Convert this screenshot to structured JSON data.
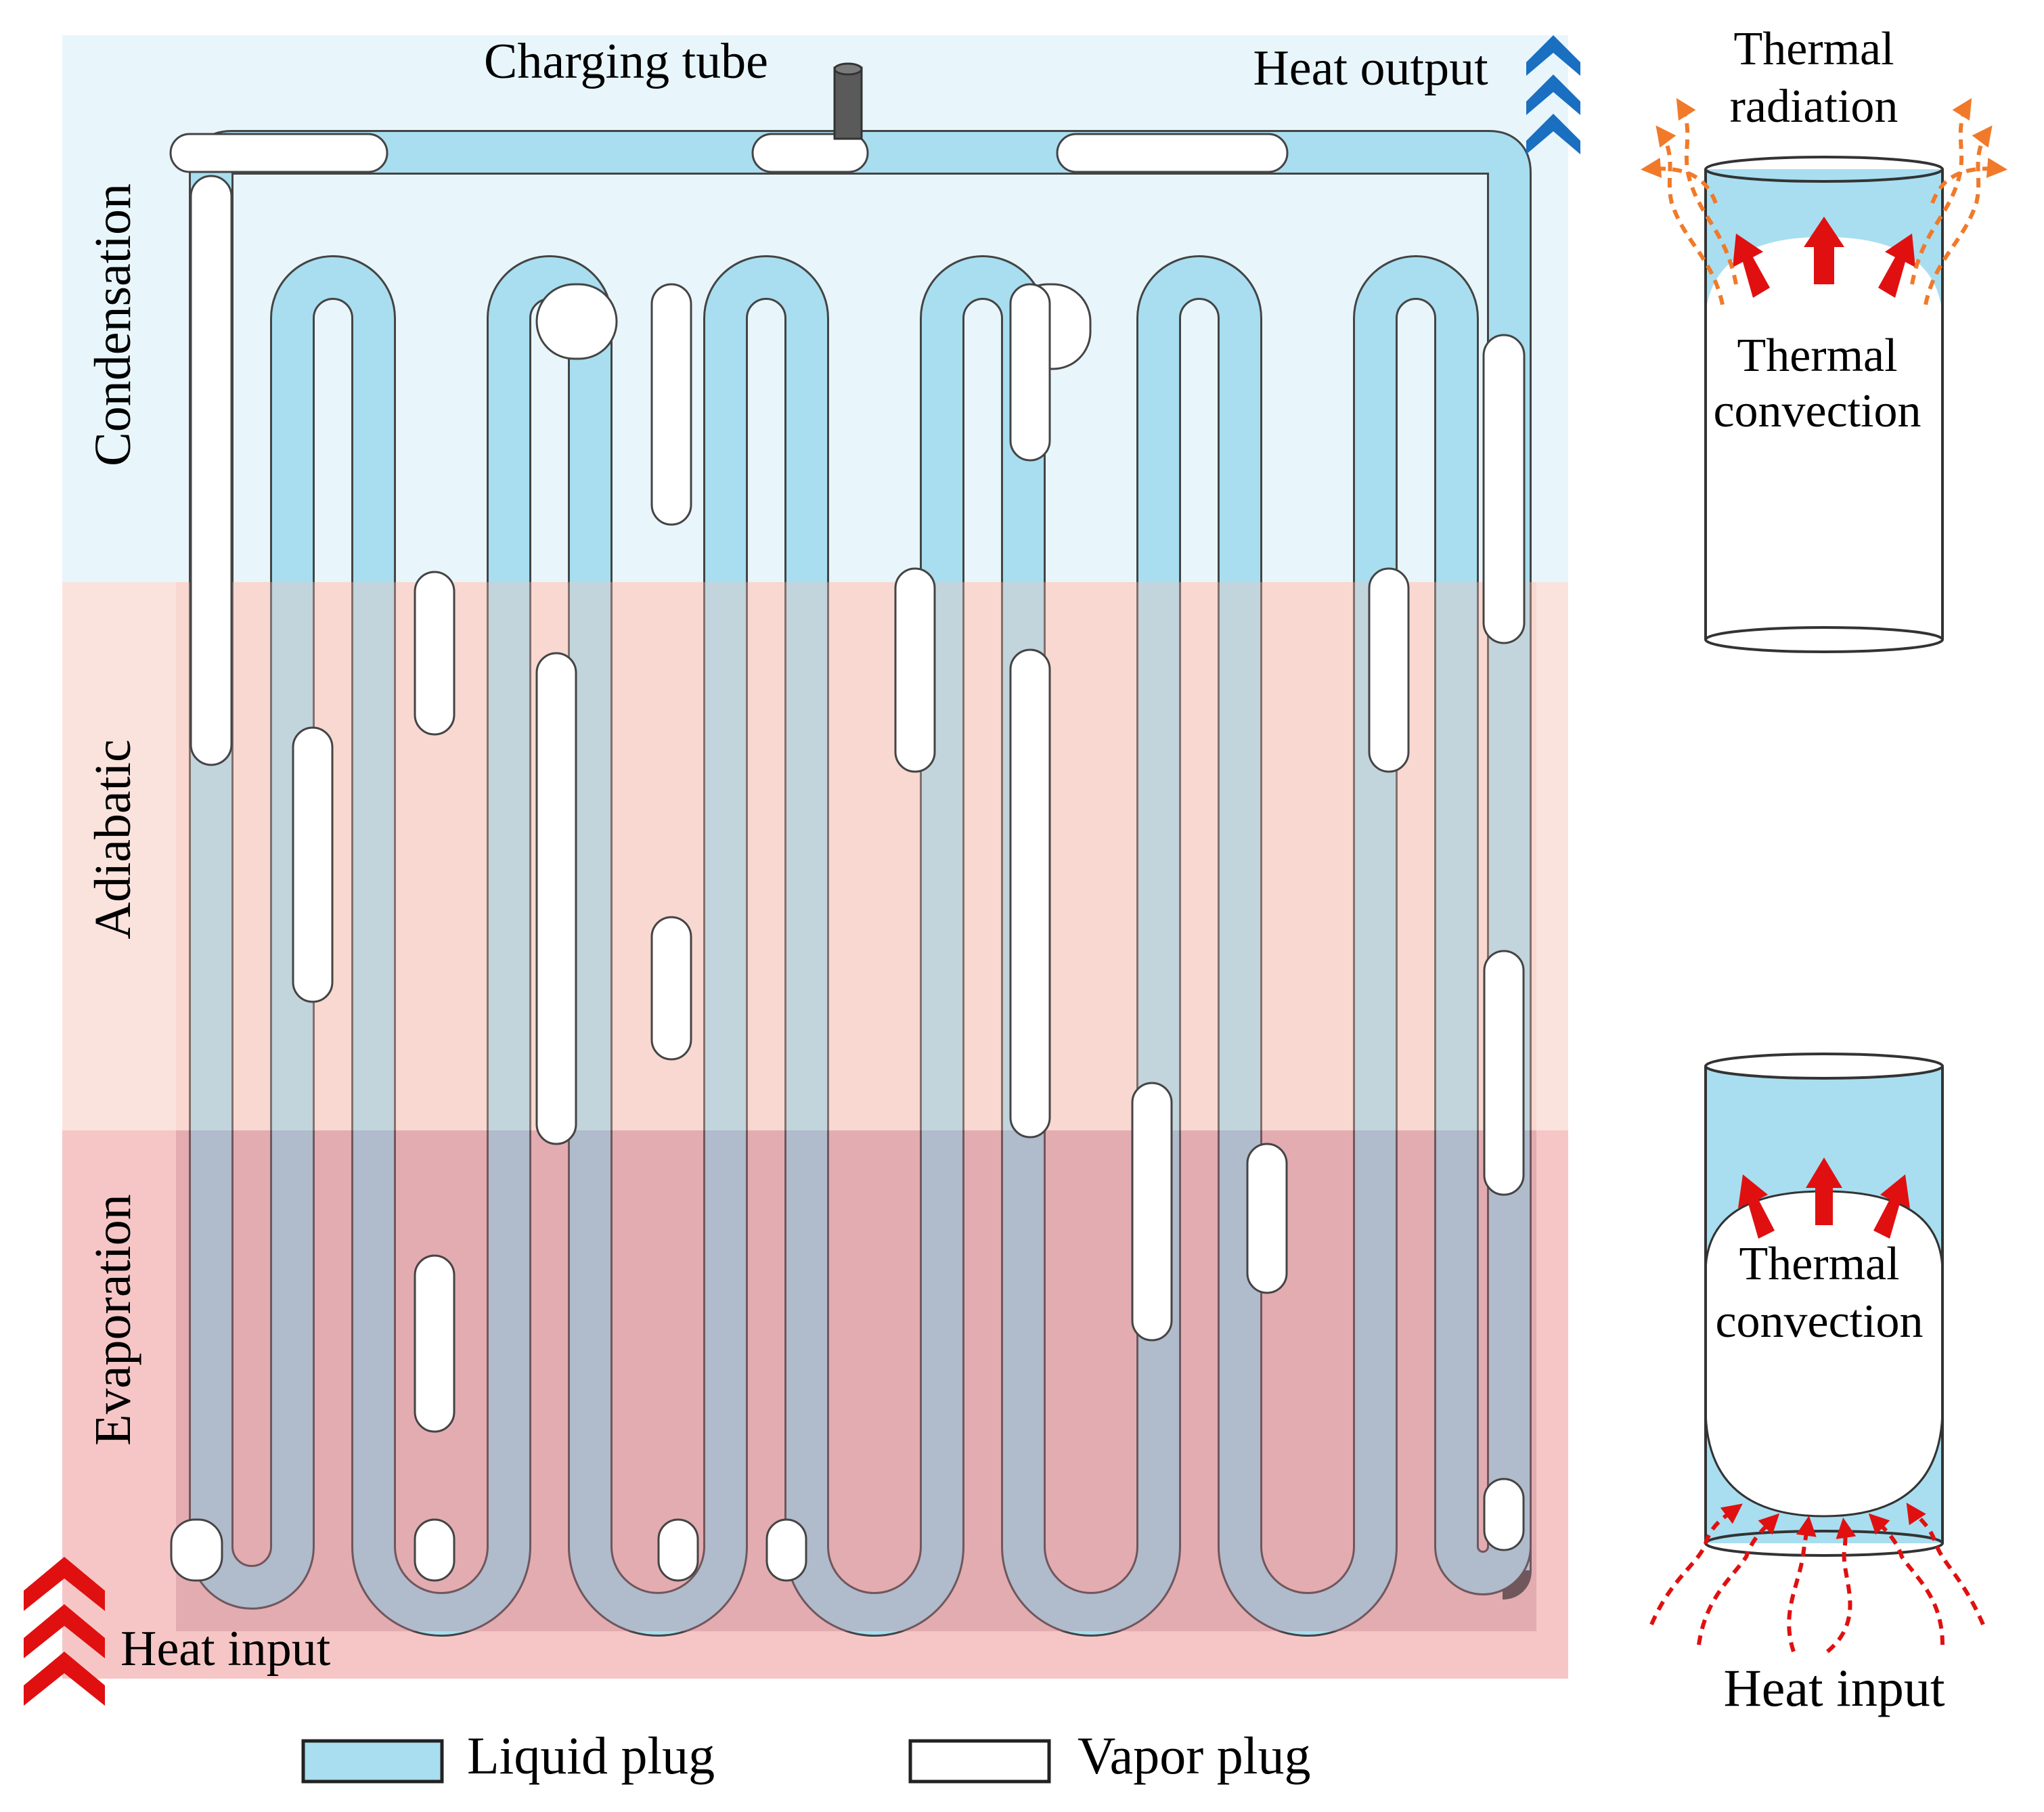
{
  "zones": {
    "condensation": "Condensation",
    "adiabatic": "Adiabatic",
    "evaporation": "Evaporation"
  },
  "labels": {
    "charging_tube": "Charging tube",
    "heat_output": "Heat output",
    "heat_input_left": "Heat input",
    "thermal_radiation_1": "Thermal",
    "thermal_radiation_2": "radiation",
    "top_convection_1": "Thermal",
    "top_convection_2": "convection",
    "bottom_convection_1": "Thermal",
    "bottom_convection_2": "convection",
    "heat_input_right": "Heat input"
  },
  "legend": {
    "liquid": "Liquid plug",
    "vapor": "Vapor plug"
  },
  "colors": {
    "condensation_zone": "#e8f6fb",
    "adiabatic_zone": "#fbe3dd",
    "evaporation_zone": "#f6c6c6",
    "liquid": "#a8def0",
    "vapor": "#ffffff",
    "tube_stroke": "#444444",
    "condensation_text": "#1f3fe6",
    "adiabatic_text": "#ec7a2a",
    "evaporation_text": "#e03030",
    "heat_arrow": "#e01010",
    "cool_arrow": "#1a6fc0",
    "radiation_arrow": "#f07a2a"
  }
}
